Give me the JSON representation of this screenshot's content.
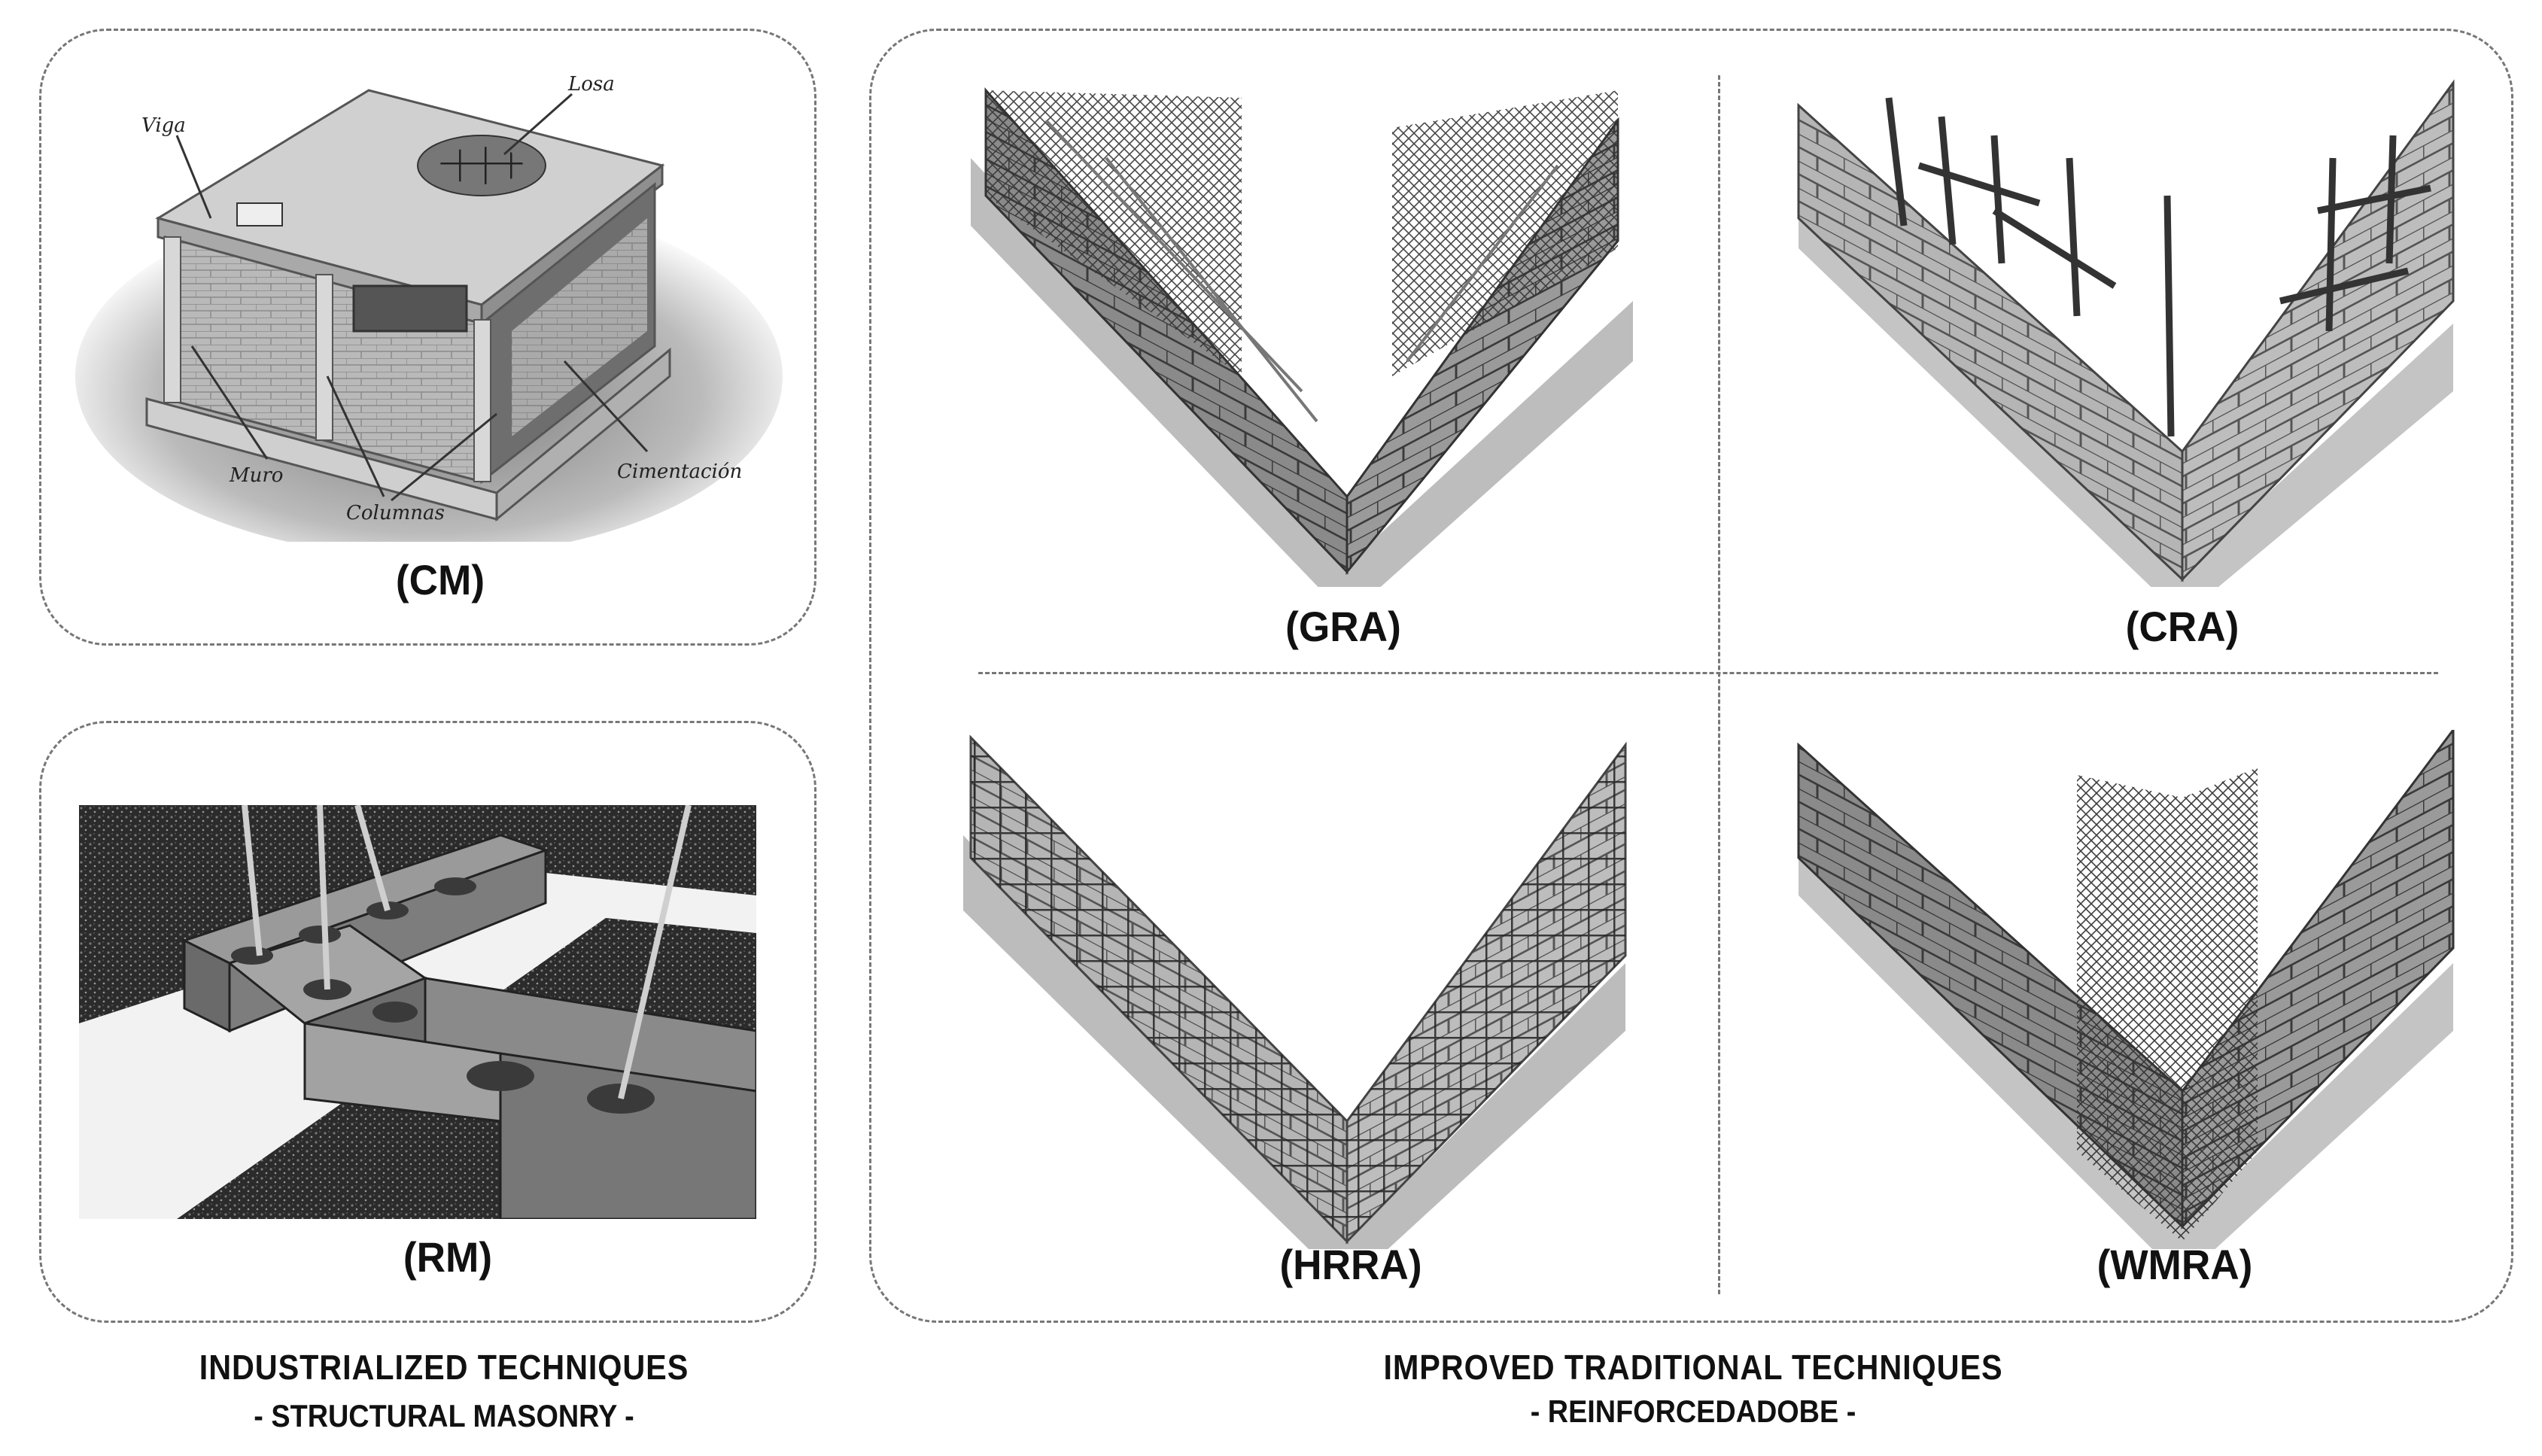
{
  "industrialized": {
    "title": "INDUSTRIALIZED  TECHNIQUES",
    "subtitle": "- STRUCTURAL MASONRY -",
    "cm": {
      "caption": "(CM)",
      "labels": {
        "losa": "Losa",
        "viga": "Viga",
        "muro": "Muro",
        "columnas": "Columnas",
        "cimentacion": "Cimentación"
      }
    },
    "rm": {
      "caption": "(RM)"
    }
  },
  "traditional": {
    "title": "IMPROVED TRADITIONAL TECHNIQUES",
    "subtitle": "- REINFORCEDADOBE -",
    "gra": {
      "caption": "(GRA)"
    },
    "cra": {
      "caption": "(CRA)"
    },
    "hrra": {
      "caption": "(HRRA)"
    },
    "wmra": {
      "caption": "(WMRA)"
    }
  }
}
